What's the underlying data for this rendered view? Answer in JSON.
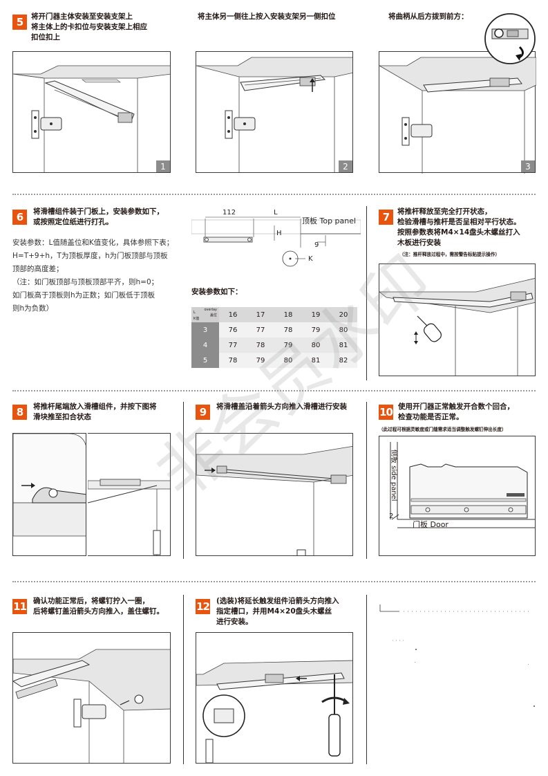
{
  "steps": {
    "s5": {
      "num": "5",
      "title": "将开门器主体安装至安装支架上\n将主体上的卡扣位与安装支架上相应\n扣位扣上"
    },
    "s5b": {
      "title": "将主体另一侧往上按入安装支架另一侧扣位"
    },
    "s5c": {
      "title": "将曲柄从后方拨到前方："
    },
    "s6": {
      "num": "6",
      "title": "将滑槽组件装于门板上，安装参数如下，\n或按照定位纸进行打孔。"
    },
    "s7": {
      "num": "7",
      "title": "将推杆释放至完全打开状态，\n检验滑槽与推杆是否呈相对平行状态。\n按照参数表将M4×14盘头木螺丝打入\n木板进行安装",
      "note": "（注：推杆释放过程中，需按警告标贴提示操作）"
    },
    "s8": {
      "num": "8",
      "title": "将推杆尾端放入滑槽组件，并按下图将\n滑块推至扣合状态"
    },
    "s9": {
      "num": "9",
      "title": "将滑槽盖沿着箭头方向推入滑槽进行安装"
    },
    "s10": {
      "num": "10",
      "title": "使用开门器正常触发开合数个回合，\n检查功能是否正常。",
      "note": "（此过程可根据灵敏度或门缝需求适当调整触发螺钉伸出长度）"
    },
    "s11": {
      "num": "11",
      "title": "确认功能正常后，将螺钉拧入一圈，\n后将螺钉盖沿箭头方向推入，盖住螺钉。"
    },
    "s12": {
      "num": "12",
      "title": "(选装)将延长触发组件沿箭头方向推入\n指定槽口，并用M4×20盘头木螺丝\n进行安装。"
    }
  },
  "pics": {
    "p1": "1",
    "p2": "2",
    "p3": "3"
  },
  "params": {
    "lines": [
      "安装参数：L值随盖位和K值变化，具体参照下表；",
      "H=T+9+h，T为顶板厚度，h为门板顶部与顶板",
      "顶部的高度差；",
      "（注：如门板顶部与顶板顶部平齐，则h=0；",
      "如门板高于顶板则h为正数；如门板低于顶板",
      "则h为负数）"
    ]
  },
  "diagram": {
    "d112": "112",
    "dL": "L",
    "dH": "H",
    "d9": "9",
    "dK": "K",
    "top_panel": "顶板 Top panel"
  },
  "table": {
    "title": "安装参数如下：",
    "corner_top": "overlay",
    "corner_l": "L",
    "corner_mid": "盖位",
    "corner_k": "K值",
    "headers": [
      "16",
      "17",
      "18",
      "19",
      "20"
    ],
    "rows": [
      {
        "k": "3",
        "vals": [
          "76",
          "77",
          "78",
          "79",
          "80"
        ]
      },
      {
        "k": "4",
        "vals": [
          "77",
          "78",
          "79",
          "80",
          "81"
        ]
      },
      {
        "k": "5",
        "vals": [
          "78",
          "79",
          "80",
          "81",
          "82"
        ]
      }
    ]
  },
  "step10_labels": {
    "side": "侧板 side panel",
    "door": "门板 Door",
    "gap": "2"
  },
  "watermark": "非会员水印",
  "colors": {
    "accent": "#e8530e",
    "picnum_bg": "#8c8c8c"
  }
}
